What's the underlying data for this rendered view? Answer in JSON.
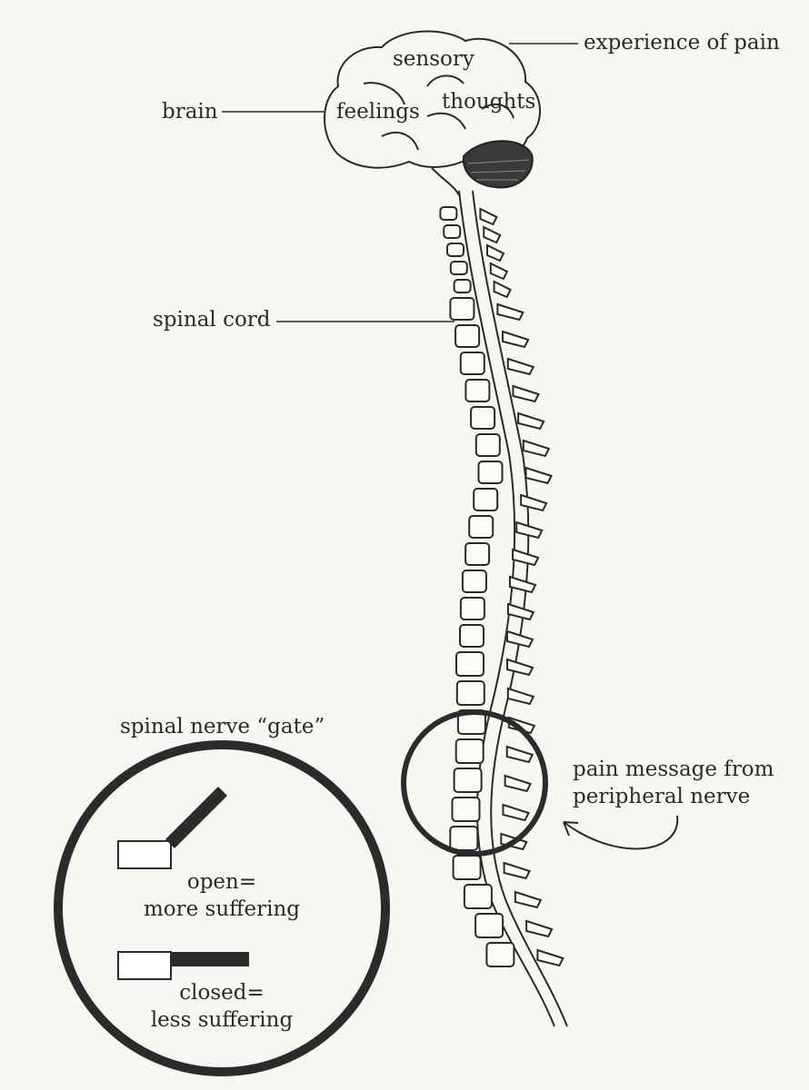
{
  "labels": {
    "experience": "experience of pain",
    "sensory": "sensory",
    "brain": "brain",
    "feelings": "feelings",
    "thoughts": "thoughts",
    "spinal_cord": "spinal cord",
    "gate_title": "spinal nerve “gate”",
    "pain_message_line1": "pain message from",
    "pain_message_line2": "peripheral nerve",
    "open_line1": "open=",
    "open_line2": "more suffering",
    "closed_line1": "closed=",
    "closed_line2": "less suffering"
  },
  "colors": {
    "background": "#f7f6f2",
    "ink": "#2a2a2a",
    "circle_stroke": "#2b2b2b"
  },
  "icons": {
    "gate_open": "gate-open-icon",
    "gate_closed": "gate-closed-icon"
  }
}
